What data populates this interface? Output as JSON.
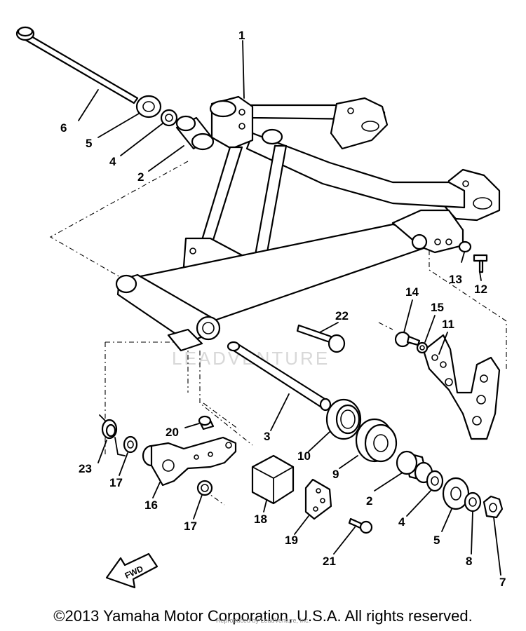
{
  "diagram": {
    "callouts": [
      {
        "id": "c1",
        "label": "1"
      },
      {
        "id": "c2a",
        "label": "2"
      },
      {
        "id": "c2b",
        "label": "2"
      },
      {
        "id": "c3",
        "label": "3"
      },
      {
        "id": "c4a",
        "label": "4"
      },
      {
        "id": "c4b",
        "label": "4"
      },
      {
        "id": "c5a",
        "label": "5"
      },
      {
        "id": "c5b",
        "label": "5"
      },
      {
        "id": "c6",
        "label": "6"
      },
      {
        "id": "c7",
        "label": "7"
      },
      {
        "id": "c8",
        "label": "8"
      },
      {
        "id": "c9",
        "label": "9"
      },
      {
        "id": "c10",
        "label": "10"
      },
      {
        "id": "c11",
        "label": "11"
      },
      {
        "id": "c12",
        "label": "12"
      },
      {
        "id": "c13",
        "label": "13"
      },
      {
        "id": "c14",
        "label": "14"
      },
      {
        "id": "c15",
        "label": "15"
      },
      {
        "id": "c16",
        "label": "16"
      },
      {
        "id": "c17a",
        "label": "17"
      },
      {
        "id": "c17b",
        "label": "17"
      },
      {
        "id": "c18",
        "label": "18"
      },
      {
        "id": "c19",
        "label": "19"
      },
      {
        "id": "c20",
        "label": "20"
      },
      {
        "id": "c21",
        "label": "21"
      },
      {
        "id": "c22",
        "label": "22"
      },
      {
        "id": "c23",
        "label": "23"
      }
    ],
    "fwd_label": "FWD",
    "watermark": "LEADVENTURE"
  },
  "footer": {
    "copyright": "©2013 Yamaha Motor Corporation, U.S.A. All rights reserved.",
    "credit": "Reproduced by LeadVenture, Inc."
  }
}
